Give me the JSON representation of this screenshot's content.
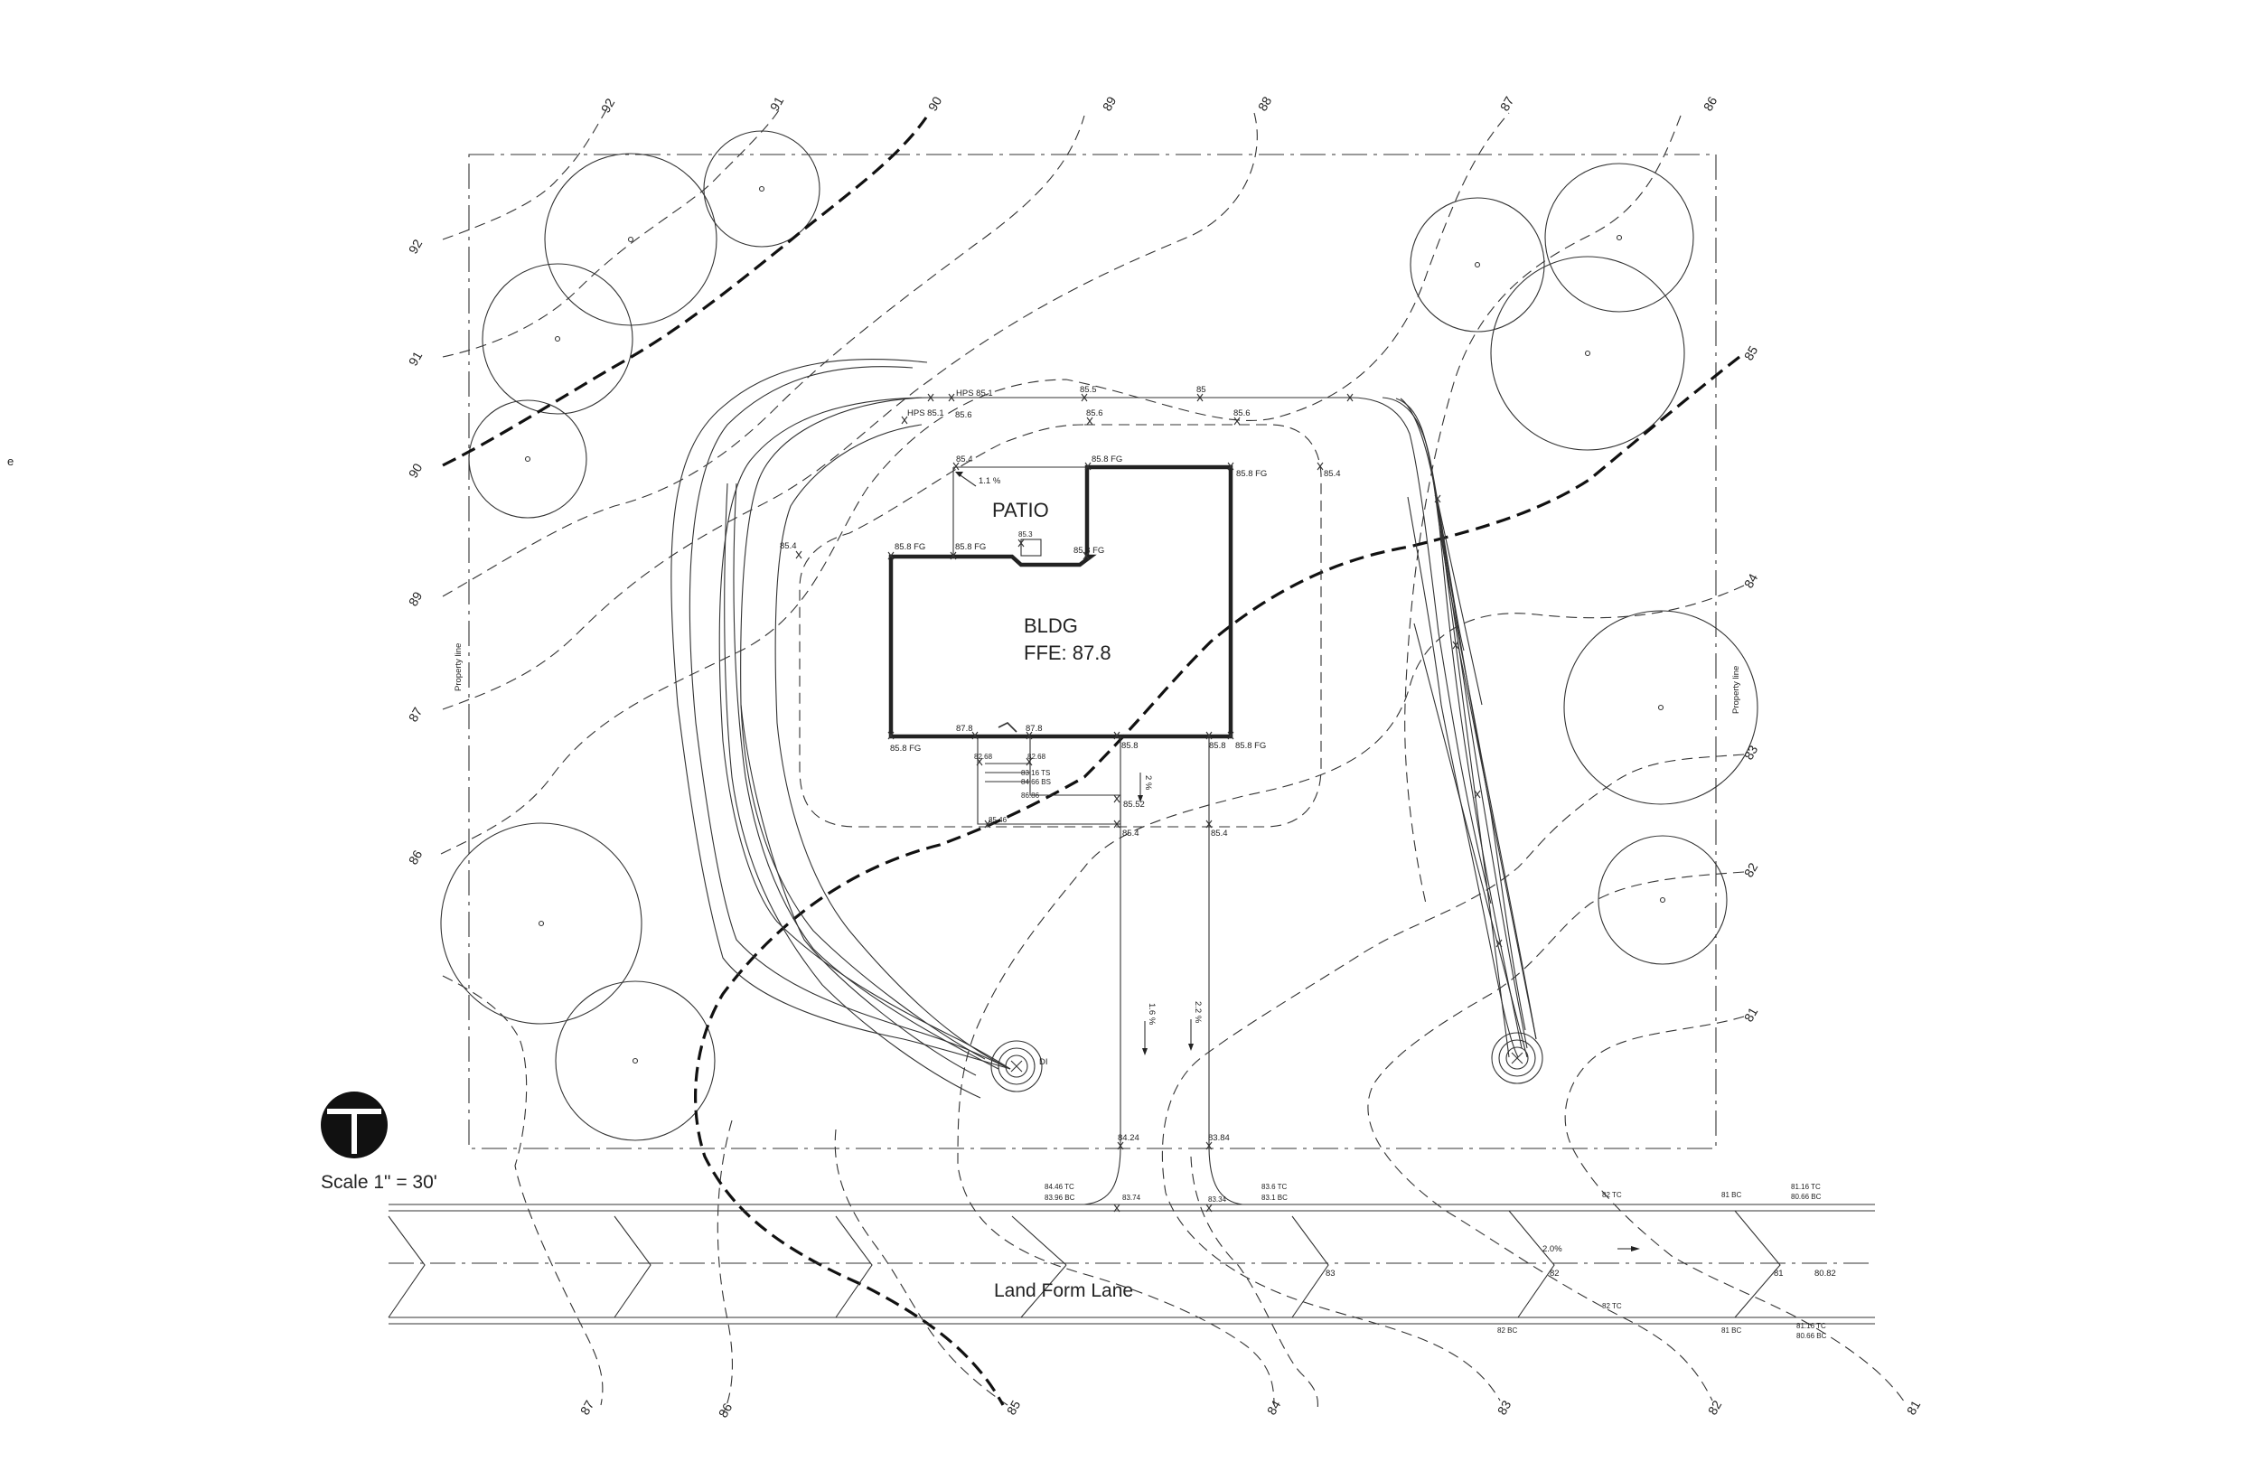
{
  "labels": {
    "patio": "PATIO",
    "bldg": "BLDG",
    "ffe": "FFE: 87.8",
    "road": "Land Form Lane",
    "scale": "Scale 1\" = 30'",
    "property_line_left": "Property line",
    "property_line_right": "Property line",
    "stray_e": "e"
  },
  "contour_labels": [
    "92",
    "91",
    "90",
    "89",
    "88",
    "87",
    "86",
    "85",
    "84",
    "83",
    "82",
    "81"
  ],
  "slopes": {
    "patio": "1.1 %",
    "walk": "2 %",
    "drive_left": "1.6 %",
    "drive_right": "2.2 %",
    "road": "2.0%"
  },
  "spots": {
    "hps_top": "HPS 85.1",
    "hps_low": "HPS 85.1",
    "s856_a": "85.6",
    "s855": "85.5",
    "s85": "85",
    "s856_b": "85.6",
    "s856_c": "85.6",
    "s854_patio": "85.4",
    "s858fg_top": "85.8 FG",
    "s858fg_tr": "85.8 FG",
    "s854_right": "85.4",
    "s854_left": "85.4",
    "s858fg_l": "85.8 FG",
    "s858fg_m": "85.8 FG",
    "s853": "85.3",
    "s858fg_r": "85.8 FG",
    "s878_a": "87.8",
    "s878_b": "87.8",
    "s858fg_bl": "85.8 FG",
    "s858_a": "85.8",
    "s858_b": "85.8",
    "s858fg_br": "85.8 FG",
    "s8268": "82.68",
    "s8268b": "82.68",
    "s8552": "85.52",
    "s854_c": "85.4",
    "s854_d": "85.4",
    "s8424": "84.24",
    "s8384": "83.84",
    "s8446tc": "84.46 TC",
    "s8396bc": "83.96 BC",
    "s8374": "83.74",
    "s836tc": "83.6 TC",
    "s831bc": "83.1 BC",
    "s8334": "83.34",
    "s82tc_top": "82 TC",
    "s81bc_top": "81 BC",
    "s8116tc_top": "81.16 TC",
    "s8066bc_top": "80.66 BC",
    "s82tc_bot": "82 TC",
    "s82bc_bot": "82 BC",
    "s81bc_bot": "81 BC",
    "s8116tc_bot": "81.16 TC",
    "s8066bc_bot": "80.66 BC",
    "road_83": "83",
    "road_82": "82",
    "road_81": "81",
    "road_8082": "80.82",
    "di": "DI",
    "t1": "83.16 TS",
    "t2": "84.66 BS",
    "t3": "86.86",
    "t4": "85.46"
  }
}
